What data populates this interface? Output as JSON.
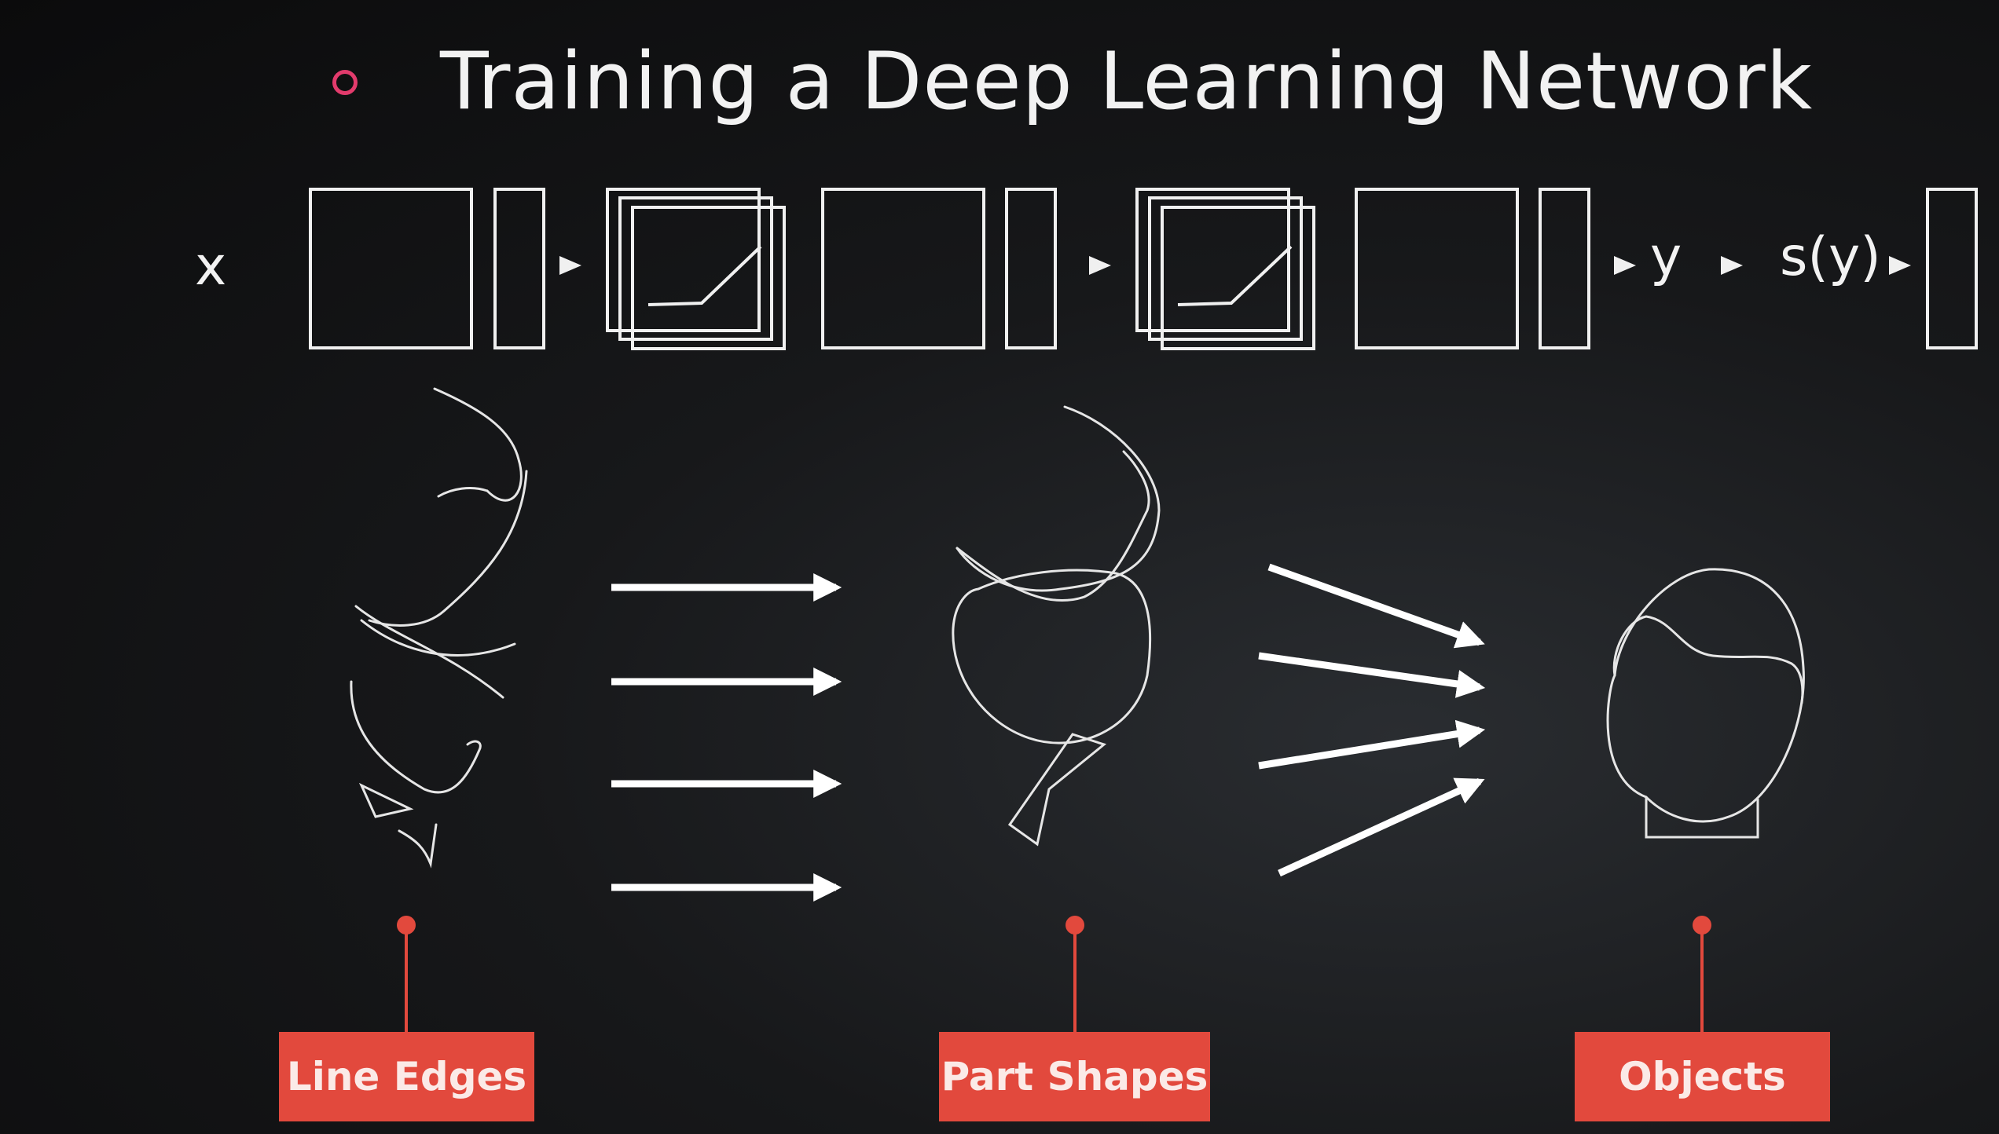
{
  "slide": {
    "title": "Training a Deep Learning Network",
    "accent_color": "#e2493d",
    "bullet_color": "#e23b6c"
  },
  "pipeline": {
    "input_label": "x",
    "output_label": "y",
    "softmax_label": "s(y)"
  },
  "stages": [
    {
      "label": "Line Edges"
    },
    {
      "label": "Part Shapes"
    },
    {
      "label": "Objects"
    }
  ]
}
